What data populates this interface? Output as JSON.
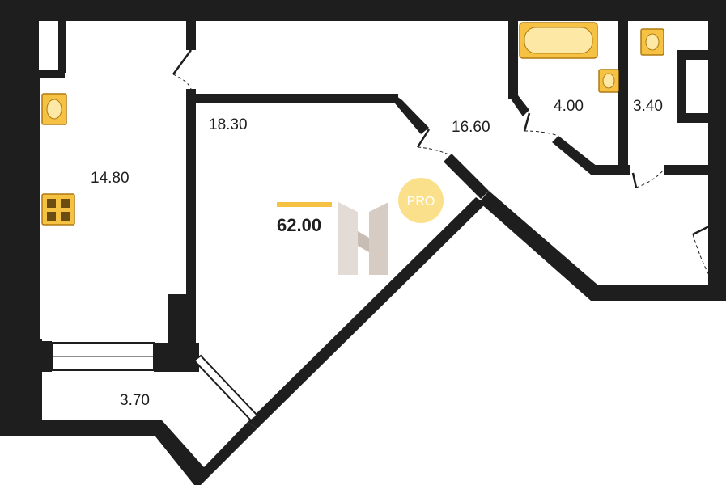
{
  "rooms": {
    "kitchen_area": "14.80",
    "living_area": "18.30",
    "hall_area": "16.60",
    "bath_area": "4.00",
    "wc_area": "3.40",
    "balcony_area": "3.70"
  },
  "total_area": "62.00",
  "logo": {
    "badge_text": "PRO"
  },
  "colors": {
    "wall": "#1e1e1e",
    "fixture": "#f6c244",
    "badge": "#fbe08c",
    "accent_bar": "#f6c244"
  }
}
